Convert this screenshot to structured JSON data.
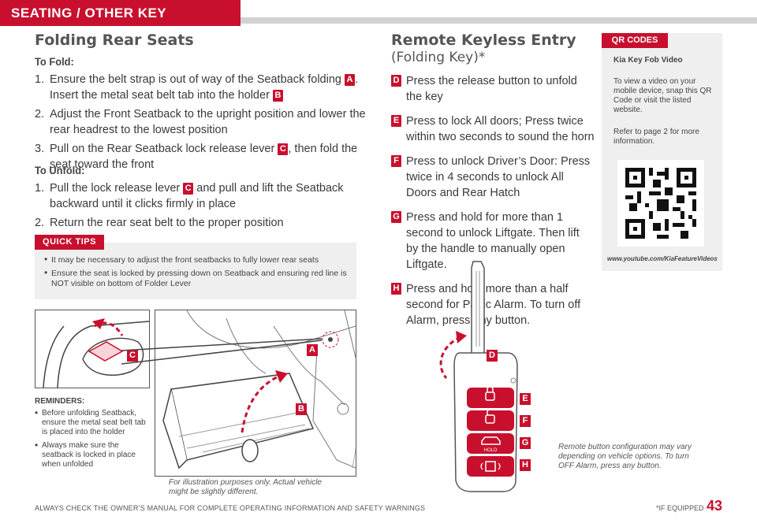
{
  "header": {
    "section_title": "SEATING / OTHER KEY FEATURES"
  },
  "folding": {
    "title": "Folding Rear Seats",
    "to_fold_label": "To Fold:",
    "fold_steps": [
      {
        "num": "1.",
        "parts": [
          "Ensure the belt strap is out of way of the Seatback folding",
          "A",
          ". Insert the metal seat belt tab into the holder",
          "B"
        ]
      },
      {
        "num": "2.",
        "text": "Adjust the Front Seatback to the upright position and lower the rear headrest to the lowest position"
      },
      {
        "num": "3.",
        "parts": [
          "Pull on the Rear Seatback lock release lever",
          "C",
          ", then fold the seat toward the front"
        ]
      }
    ],
    "to_unfold_label": "To Unfold:",
    "unfold_steps": [
      {
        "num": "1.",
        "parts": [
          "Pull the lock release lever",
          "C",
          "and pull and lift the Seatback backward until it clicks firmly in place"
        ]
      },
      {
        "num": "2.",
        "text": "Return the rear seat belt to the proper position"
      }
    ]
  },
  "quick_tips": {
    "label": "QUICK TIPS",
    "items": [
      "It may be necessary to adjust the front seatbacks to fully lower rear seats",
      "Ensure the seat is locked by pressing down on Seatback and ensuring red line is NOT visible on bottom of Folder Lever"
    ]
  },
  "reminders": {
    "label": "REMINDERS:",
    "items": [
      "Before unfolding Seatback, ensure the metal seat belt tab is placed into the holder",
      "Always make sure the seatback is locked in place when unfolded"
    ]
  },
  "illustration_caption": "For illustration purposes only. Actual vehicle might be slightly different.",
  "callouts": {
    "a": "A",
    "b": "B",
    "c": "C",
    "d": "D",
    "e": "E",
    "f": "F",
    "g": "G",
    "h": "H"
  },
  "keyless": {
    "title": "Remote Keyless Entry",
    "subtitle": "(Folding Key)*",
    "items": [
      {
        "badge": "D",
        "text": "Press the release button to unfold the key"
      },
      {
        "badge": "E",
        "text": "Press to lock All doors; Press twice within two seconds to sound the horn"
      },
      {
        "badge": "F",
        "text": "Press to unlock Driver’s Door: Press twice in 4 seconds to unlock All Doors and Rear Hatch"
      },
      {
        "badge": "G",
        "text": "Press and hold for more than 1 second to unlock Liftgate. Then lift by the handle to manually open Liftgate."
      },
      {
        "badge": "H",
        "text": "Press and hold more than a half second for Panic Alarm. To turn off Alarm, press any button."
      }
    ],
    "key_hold_label": "HOLD",
    "remote_caption": "Remote button configuration may vary depending on vehicle options. To turn OFF Alarm, press any button."
  },
  "qr": {
    "label": "QR CODES",
    "video_title": "Kia Key Fob Video",
    "body1": "To view a video on your mobile device, snap this QR Code or visit the listed website.",
    "body2": "Refer to page 2 for more information.",
    "url": "www.youtube.com/KiaFeatureVideos"
  },
  "footer": {
    "warning": "ALWAYS CHECK THE OWNER’S MANUAL FOR COMPLETE OPERATING INFORMATION AND SAFETY WARNINGS",
    "if_equipped": "*IF EQUIPPED",
    "page": "43"
  },
  "colors": {
    "accent": "#c8102e",
    "panel": "#efefef",
    "text": "#3a3a3a"
  }
}
